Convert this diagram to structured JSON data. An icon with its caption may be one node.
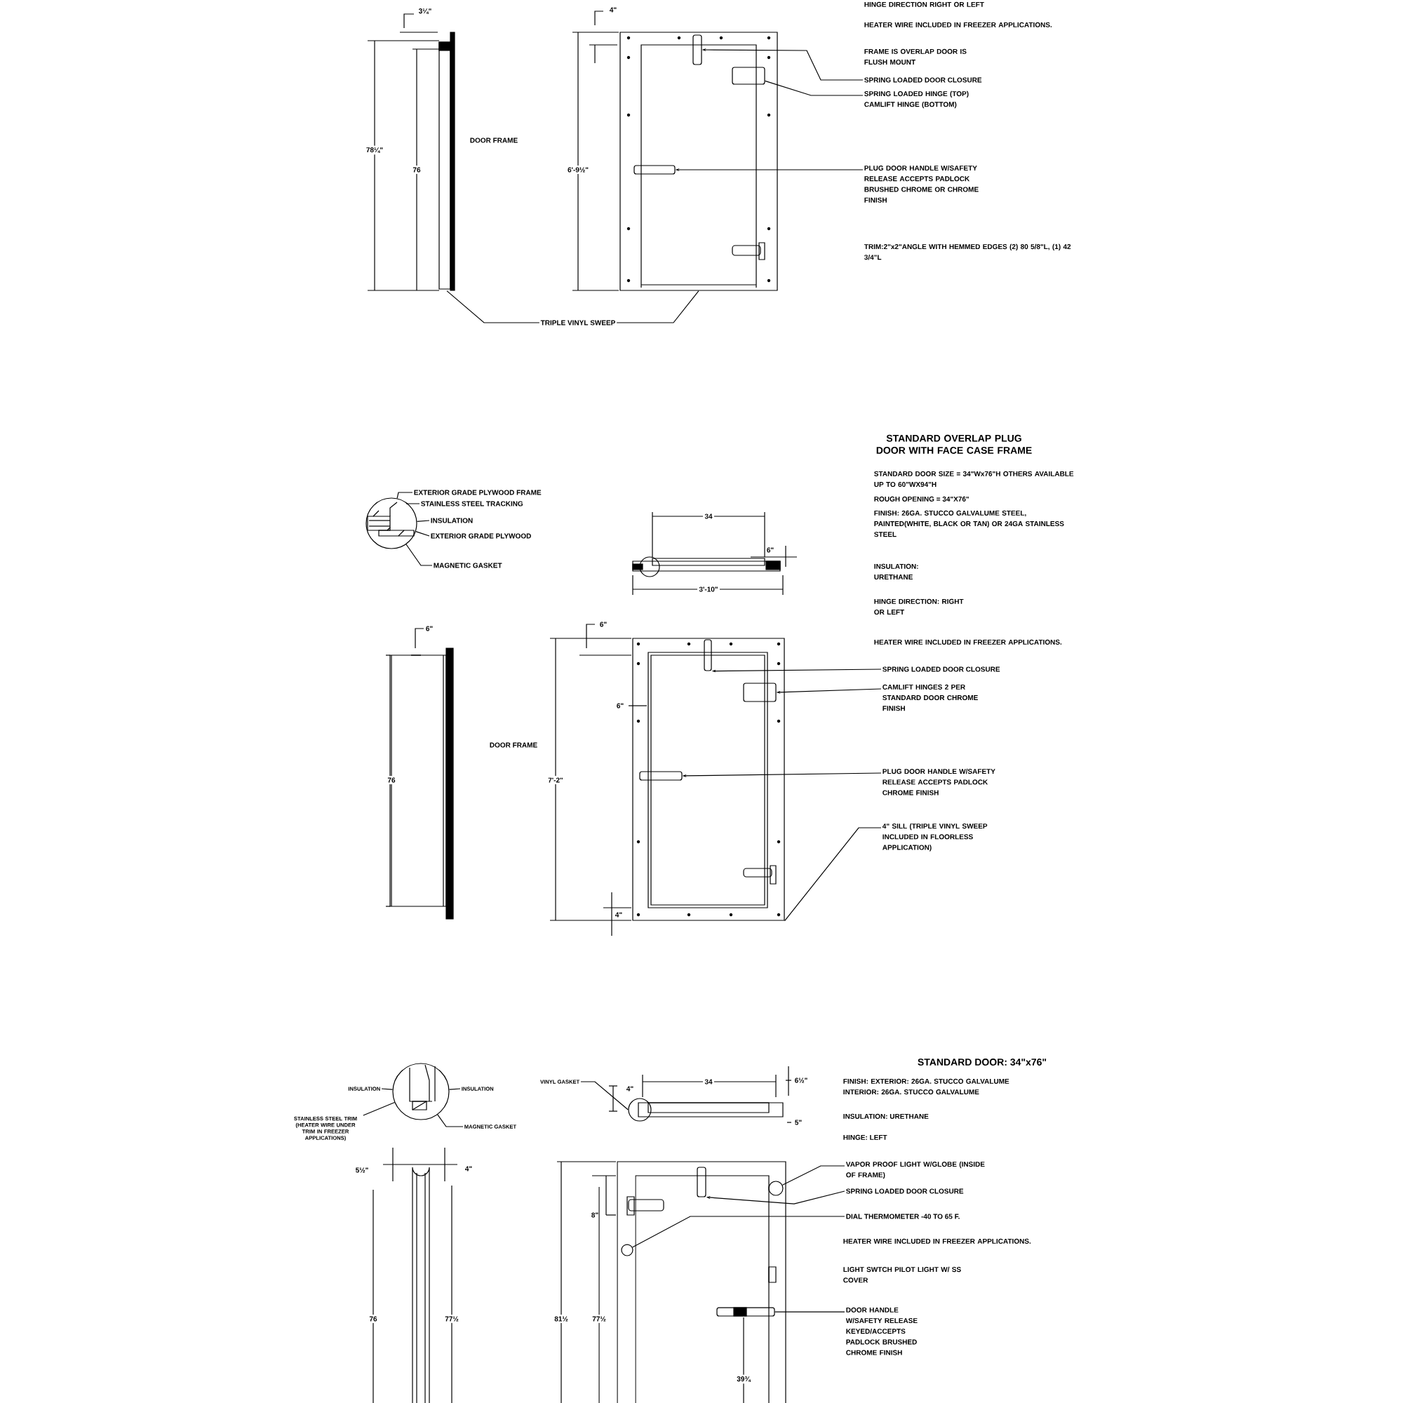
{
  "diagram": {
    "nodes": [
      {
        "text": [
          "SPRING LOADED DOOR CLOSURE"
        ]
      },
      {
        "text": [
          "SPRING LOADED HINGE (TOP) CAMLIFT HINGE (BOTTOM)"
        ]
      },
      {
        "text": [
          "PLUG DOOR HANDLE W/SAFETY RELEASE ACCEPTS PADLOCK BRUSHED CHROME OR CHROME FINISH"
        ]
      },
      {
        "text": [
          "TRIPLE VINYL SWEEP"
        ]
      },
      {
        "text": [
          "EXTERIOR GRADE PLYWOOD FRAME"
        ]
      },
      {
        "text": [
          "STAINLESS STEEL TRACKING"
        ]
      },
      {
        "text": [
          "INSULATION"
        ]
      },
      {
        "text": [
          "EXTERIOR GRADE PLYWOOD"
        ]
      },
      {
        "text": [
          "MAGNETIC GASKET"
        ]
      },
      {
        "text": [
          "SPRING LOADED DOOR CLOSURE"
        ]
      },
      {
        "text": [
          "CAMLIFT HINGES 2 PER STANDARD DOOR CHROME FINISH"
        ]
      },
      {
        "text": [
          "PLUG DOOR HANDLE W/SAFETY RELEASE ACCEPTS PADLOCK CHROME FINISH"
        ]
      },
      {
        "text": [
          "4\" SILL (TRIPLE VINYL SWEEP INCLUDED IN FLOORLESS APPLICATION)"
        ]
      },
      {
        "text": [
          "INSULATION"
        ]
      },
      {
        "text": [
          "INSULATION"
        ]
      },
      {
        "text": [
          "VINYL GASKET"
        ]
      },
      {
        "text": [
          "STAINLESS STEEL TRIM (HEATER WIRE UNDER TRIM IN FREEZER APPLICATIONS)"
        ]
      },
      {
        "text": [
          "MAGNETIC GASKET"
        ]
      },
      {
        "text": [
          "VAPOR PROOF LIGHT W/GLOBE (INSIDE OF FRAME)"
        ]
      },
      {
        "text": [
          "SPRING LOADED DOOR CLOSURE"
        ]
      },
      {
        "text": [
          "DIAL THERMOMETER -40 TO 65 F."
        ]
      },
      {
        "text": [
          "DOOR HANDLE W/SAFETY RELEASE KEYED/ACCEPTS PADLOCK BRUSHED CHROME FINISH"
        ]
      },
      {
        "text": [],
        "shape": "picture"
      },
      {
        "text": [],
        "shape": "picture"
      },
      {
        "text": [],
        "shape": "box",
        "in": 23
      },
      {
        "text": [],
        "shape": "box",
        "in": 23
      },
      {
        "text": [],
        "shape": "box",
        "in": 23
      },
      {
        "text": [],
        "shape": "circle"
      },
      {
        "text": [],
        "shape": "picture"
      },
      {
        "text": [],
        "shape": "box",
        "in": 28
      },
      {
        "text": [],
        "shape": "box",
        "in": 28
      },
      {
        "text": [],
        "shape": "box",
        "in": 28
      },
      {
        "text": [],
        "shape": "circle"
      },
      {
        "text": [],
        "shape": "picture"
      },
      {
        "text": [],
        "shape": "picture"
      },
      {
        "text": [],
        "shape": "circle",
        "in": 34
      },
      {
        "text": [],
        "shape": "box",
        "in": 34
      },
      {
        "text": [],
        "shape": "circle",
        "in": 34
      },
      {
        "text": [],
        "shape": "box",
        "in": 34
      }
    ],
    "edges": [
      {
        "from": 0,
        "to": 24,
        "arrow": "to"
      },
      {
        "from": 1,
        "to": 25,
        "arrow": "none"
      },
      {
        "from": 2,
        "to": 26,
        "arrow": "to"
      },
      {
        "from": 3,
        "to": 22,
        "arrow": "none"
      },
      {
        "from": 3,
        "to": 23,
        "arrow": "none"
      },
      {
        "from": 4,
        "to": 27,
        "arrow": "none"
      },
      {
        "from": 5,
        "to": 27,
        "arrow": "none"
      },
      {
        "from": 6,
        "to": 27,
        "arrow": "none"
      },
      {
        "from": 7,
        "to": 27,
        "arrow": "none"
      },
      {
        "from": 8,
        "to": 27,
        "arrow": "none"
      },
      {
        "from": 9,
        "to": 29,
        "arrow": "to"
      },
      {
        "from": 10,
        "to": 30,
        "arrow": "to"
      },
      {
        "from": 11,
        "to": 31,
        "arrow": "to"
      },
      {
        "from": 12,
        "to": 28,
        "arrow": "none"
      },
      {
        "from": 13,
        "to": 32,
        "arrow": "none"
      },
      {
        "from": 14,
        "to": 32,
        "arrow": "none"
      },
      {
        "from": 15,
        "to": 33,
        "arrow": "none"
      },
      {
        "from": 16,
        "to": 32,
        "arrow": "none"
      },
      {
        "from": 17,
        "to": 32,
        "arrow": "none"
      },
      {
        "from": 18,
        "to": 35,
        "arrow": "none"
      },
      {
        "from": 19,
        "to": 36,
        "arrow": "to"
      },
      {
        "from": 20,
        "to": 37,
        "arrow": "none"
      },
      {
        "from": 21,
        "to": 38,
        "arrow": "none"
      }
    ],
    "labels": [
      "3¼\"",
      "HINGE DIRECTION RIGHT OR LEFT",
      "4\"",
      "HEATER WIRE INCLUDED IN FREEZER APPLICATIONS.",
      "FRAME IS OVERLAP DOOR IS FLUSH MOUNT",
      "DOOR FRAME",
      "78¼\"",
      "76",
      "6'-9½\"",
      "TRIM:2\"x2\"ANGLE WITH HEMMED EDGES (2) 80 5/8\"L, (1) 42 3/4\"L",
      "STANDARD OVERLAP PLUG DOOR WITH FACE CASE FRAME",
      "STANDARD DOOR SIZE = 34\"Wx76\"H OTHERS AVAILABLE UP TO 60\"WX94\"H",
      "ROUGH OPENING = 34\"X76\"",
      "FINISH: 26GA. STUCCO GALVALUME STEEL, PAINTED(WHITE, BLACK OR TAN) OR 24GA STAINLESS STEEL",
      "INSULATION: URETHANE",
      "HINGE DIRECTION: RIGHT OR LEFT",
      "HEATER WIRE INCLUDED IN FREEZER APPLICATIONS.",
      "34",
      "6\"",
      "3'-10\"",
      "6\"",
      "6\"",
      "DOOR FRAME",
      "6\"",
      "76",
      "7'-2\"",
      "4\"",
      "STANDARD DOOR: 34\"x76\"",
      "4\"",
      "34",
      "6½\"",
      "FINISH: EXTERIOR: 26GA. STUCCO GALVALUME INTERIOR: 26GA. STUCCO GALVALUME",
      "5\"",
      "INSULATION: URETHANE",
      "HINGE: LEFT",
      "5½\"",
      "4\"",
      "8\"",
      "HEATER WIRE INCLUDED IN FREEZER APPLICATIONS.",
      "LIGHT SWTCH PILOT LIGHT W/ SS COVER",
      "76",
      "77½",
      "81½",
      "77½",
      "39¾"
    ]
  }
}
